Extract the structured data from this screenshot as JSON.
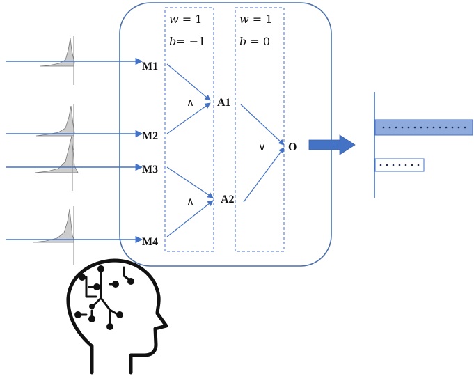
{
  "colors": {
    "arrow": "#4472c4",
    "box_border": "#4a6fa8",
    "bar_fill": "#8faadc",
    "gaussian_fill": "#cccccc",
    "text": "#111111"
  },
  "layer1": {
    "w_var": "w",
    "w_rest": " = 1",
    "b_var": "b",
    "b_rest": "= −1"
  },
  "layer2": {
    "w_var": "w",
    "w_rest": " = 1",
    "b_var": "b",
    "b_rest": " = 0"
  },
  "nodes": {
    "m1": "M1",
    "m2": "M2",
    "m3": "M3",
    "m4": "M4",
    "a1": "A1",
    "a2": "A2",
    "o": "O"
  },
  "operators": {
    "and_top": "∧",
    "and_bottom": "∧",
    "or": "∨"
  },
  "icons": [
    "gaussian-curve-icon",
    "output-arrow-icon",
    "brain-circuit-icon"
  ]
}
